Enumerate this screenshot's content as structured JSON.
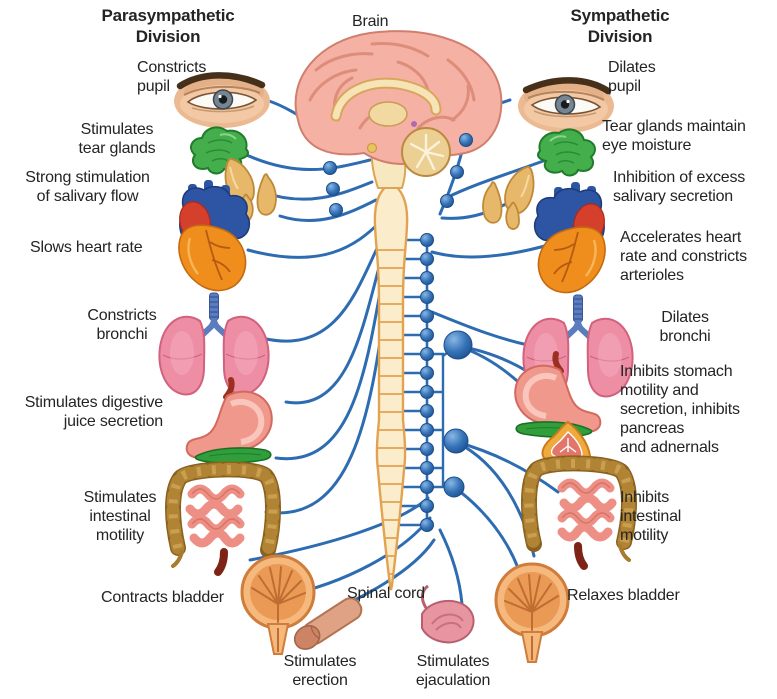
{
  "figure": {
    "title_left": "Parasympathetic\nDivision",
    "title_right": "Sympathetic\nDivision",
    "brain_label": "Brain",
    "spinal_cord_label": "Spinal cord"
  },
  "parasympathetic_labels": [
    "Constricts\npupil",
    "Stimulates\ntear glands",
    "Strong stimulation\nof salivary flow",
    "Slows heart rate",
    "Constricts\nbronchi",
    "Stimulates digestive\njuice secretion",
    "Stimulates\nintestinal\nmotility",
    "Contracts bladder",
    "Stimulates\nerection"
  ],
  "sympathetic_labels": [
    "Dilates\npupil",
    "Tear glands maintain\neye moisture",
    "Inhibition of excess\nsalivary secretion",
    "Accelerates heart\nrate and constricts\narterioles",
    "Dilates\nbronchi",
    "Inhibits stomach\nmotility and\nsecretion, inhibits\npancreas\nand adnernals",
    "Inhibits\nintestinal\nmotility",
    "Relaxes bladder",
    "Stimulates\nejaculation"
  ],
  "organs_depicted": [
    "brain",
    "spinal cord",
    "sympathetic ganglion chain",
    "collateral ganglia",
    "eye",
    "tear gland",
    "salivary glands",
    "heart",
    "lungs",
    "stomach",
    "pancreas",
    "adrenal gland",
    "intestines",
    "bladder",
    "penis",
    "male genital organ"
  ],
  "colors": {
    "nerve_blue": "#2e6cb2",
    "ganglion_blue": "#3674b8",
    "spinal_cord_fill": "#fbeccb",
    "spinal_cord_outline": "#e2a351",
    "brain_pink": "#f5b2a4",
    "cerebellum_tan": "#eccf92",
    "tear_gland_green": "#43ae4b",
    "salivary_tan": "#e7b76a",
    "heart_orange": "#ef8e1d",
    "heart_red": "#d5402c",
    "vessel_blue": "#2e55a3",
    "lung_pink": "#ee8ea5",
    "stomach_pink": "#f0988c",
    "pancreas_green": "#2f9e3b",
    "colon_brown": "#a87c2e",
    "small_intestine_pink": "#ee8f85",
    "bladder_orange": "#f0a155",
    "adrenal_orange": "#f0a93c",
    "text": "#242424"
  }
}
